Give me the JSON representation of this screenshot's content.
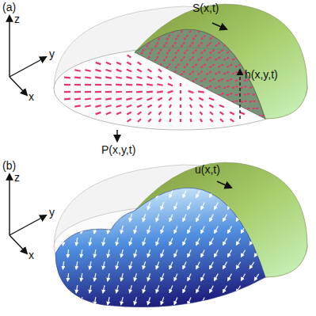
{
  "diagram": {
    "labels": [
      "(a)",
      "z",
      "y",
      "x",
      "S(x,t)",
      "h(x,y,t)",
      "P(x,y,t)",
      "(b)",
      "z",
      "y",
      "x",
      "u(x,t)"
    ]
  }
}
